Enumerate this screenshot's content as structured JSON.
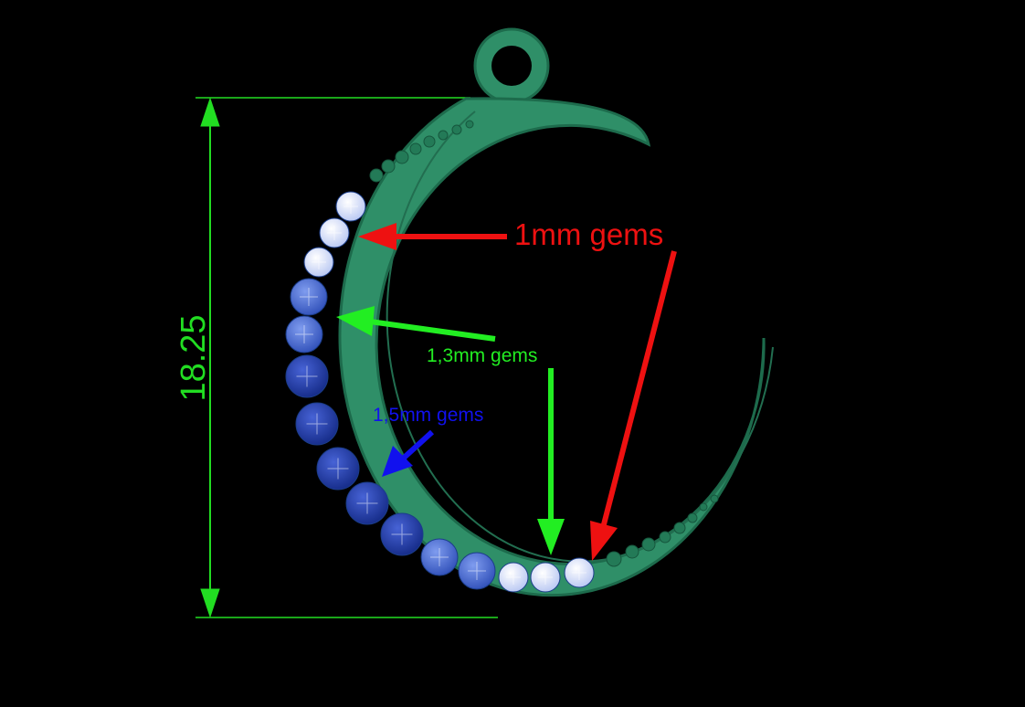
{
  "dimension": {
    "value": "18.25",
    "color": "#22dd22"
  },
  "labels": {
    "gems_1mm": {
      "text": "1mm gems",
      "color": "#ee1111"
    },
    "gems_13mm": {
      "text": "1,3mm gems",
      "color": "#22ee22"
    },
    "gems_15mm": {
      "text": "1,5mm gems",
      "color": "#1111ee"
    }
  },
  "colors": {
    "background": "#000000",
    "metal": "#2f8f68",
    "metal_edge": "#1d6b4c",
    "gem_light": "#dce4ff",
    "gem_medium": "#4a6ad0",
    "gem_dark": "#1e3aa0"
  }
}
